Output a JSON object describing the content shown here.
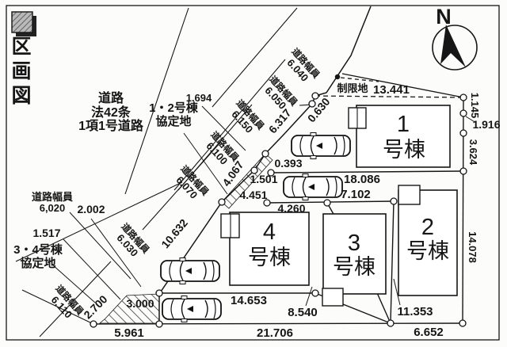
{
  "title": "区画図",
  "compass_label": "N",
  "road": {
    "law1": "道路",
    "law2": "法42条",
    "law3": "1項1号道路",
    "width_caption": "道路幅員",
    "widths": {
      "w6040": "6.040",
      "w6050": "6.050",
      "w6150": "6.150",
      "w6100": "6.100",
      "w6070": "6.070",
      "w6030": "6.030",
      "w6020": "6,020",
      "w6110": "6.110"
    }
  },
  "areas": {
    "restricted": "制限地",
    "agr12_l1": "1・2号棟",
    "agr12_l2": "協定地",
    "agr34_l1": "3・4号棟",
    "agr34_l2": "協定地"
  },
  "buildings": {
    "b1_num": "1",
    "b1_suffix": "号棟",
    "b2_num": "2",
    "b2_suffix": "号棟",
    "b3_num": "3",
    "b3_suffix": "号棟",
    "b4_num": "4",
    "b4_suffix": "号棟"
  },
  "dims": {
    "d13441": "13.441",
    "d1145": "1.145",
    "d1916": "1.916",
    "d3624": "3.624",
    "d14078": "14.078",
    "d0630": "0.630",
    "d6317": "6.317",
    "d1694": "1.694",
    "d0393": "0.393",
    "d18086": "18.086",
    "d1501": "1.501",
    "d4067": "4.067",
    "d4451": "4.451",
    "d7102": "7.102",
    "d4260": "4.260",
    "d10632": "10.632",
    "d2002": "2.002",
    "d1517": "1.517",
    "d14653": "14.653",
    "d8540": "8.540",
    "d11353": "11.353",
    "d21706": "21.706",
    "d6652": "6.652",
    "d5961": "5.961",
    "d2700": "2.700",
    "d3000": "3.000"
  }
}
